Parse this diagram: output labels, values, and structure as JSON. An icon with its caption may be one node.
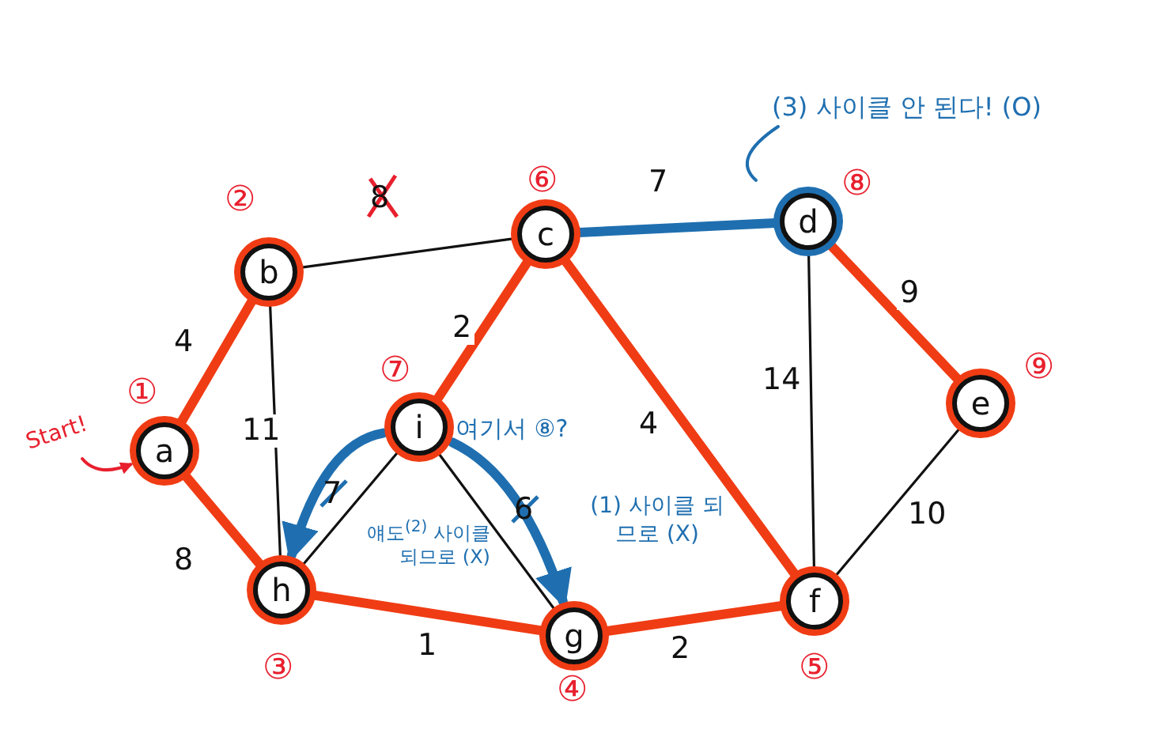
{
  "diagram": {
    "nodes": [
      {
        "text": [
          "a"
        ],
        "beside": [
          "①"
        ]
      },
      {
        "text": [
          "b"
        ],
        "beside": [
          "②"
        ]
      },
      {
        "text": [
          "c"
        ],
        "beside": [
          "⑥"
        ]
      },
      {
        "text": [
          "d"
        ],
        "beside": [
          "⑧"
        ]
      },
      {
        "text": [
          "e"
        ],
        "beside": [
          "⑨"
        ]
      },
      {
        "text": [
          "f"
        ],
        "beside": [
          "⑤"
        ]
      },
      {
        "text": [
          "g"
        ],
        "beside": [
          "④"
        ]
      },
      {
        "text": [
          "h"
        ],
        "beside": [
          "③"
        ]
      },
      {
        "text": [
          "i"
        ],
        "beside": [
          "⑦"
        ]
      },
      {
        "text": [
          "Start!"
        ]
      },
      {
        "text": [
          "(3) 사이클 안 된다! (O)"
        ]
      }
    ],
    "edges": [
      {
        "from": 0,
        "to": 1,
        "arrow": "none",
        "label": "4"
      },
      {
        "from": 0,
        "to": 7,
        "arrow": "none",
        "label": "8"
      },
      {
        "from": 1,
        "to": 7,
        "arrow": "none",
        "label": "11",
        "color": "#111111"
      },
      {
        "from": 1,
        "to": 2,
        "arrow": "none",
        "label": "8",
        "color": "#111111"
      },
      {
        "from": 2,
        "to": 3,
        "arrow": "none",
        "label": "7",
        "color": "#1f6fb0"
      },
      {
        "from": 2,
        "to": 8,
        "arrow": "none",
        "label": "2"
      },
      {
        "from": 2,
        "to": 5,
        "arrow": "none",
        "label": "4"
      },
      {
        "from": 3,
        "to": 5,
        "arrow": "none",
        "label": "14",
        "color": "#111111"
      },
      {
        "from": 3,
        "to": 4,
        "arrow": "none",
        "label": "9"
      },
      {
        "from": 4,
        "to": 5,
        "arrow": "none",
        "label": "10",
        "color": "#111111"
      },
      {
        "from": 5,
        "to": 6,
        "arrow": "none",
        "label": "2"
      },
      {
        "from": 6,
        "to": 7,
        "arrow": "none",
        "label": "1"
      },
      {
        "from": 7,
        "to": 8,
        "arrow": "none",
        "label": "7",
        "color": "#111111"
      },
      {
        "from": 8,
        "to": 6,
        "arrow": "none",
        "label": "6",
        "color": "#111111"
      },
      {
        "from": 8,
        "to": 7,
        "arrow": "to",
        "color": "#1f6fb0"
      },
      {
        "from": 8,
        "to": 6,
        "arrow": "to",
        "color": "#1f6fb0"
      },
      {
        "from": 9,
        "to": 0,
        "arrow": "to",
        "color": "#e8202e"
      },
      {
        "from": 10,
        "to": null,
        "arrow": "none",
        "color": "#1f6fb0"
      }
    ],
    "labels": [
      "여기서 ⑧?",
      "얘도$^{(2)}$ 사이클 되므로 (X)",
      "(1) 사이클 되므로 (X)"
    ]
  }
}
